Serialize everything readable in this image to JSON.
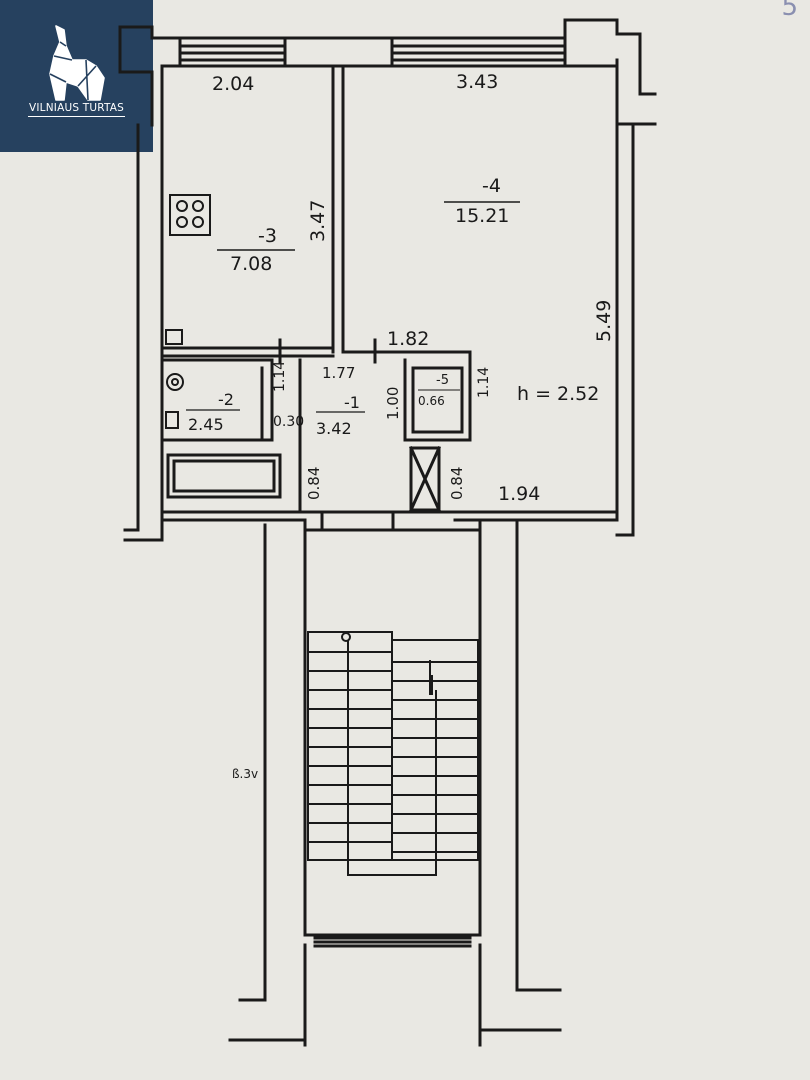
{
  "logo": {
    "brand_text": "VILNIAUS TURTAS",
    "icon": "wolf-logo-icon",
    "bg_color": "#26415f"
  },
  "corner_mark": "5",
  "dimensions": {
    "kitchen_width": "2.04",
    "room_width": "3.43",
    "kitchen_depth": "3.47",
    "room_depth": "5.49",
    "hall_width_top": "1.82",
    "hall_inner_width": "1.77",
    "bath_height": "1.14",
    "closet_height": "1.14",
    "bath_offset": "0.30",
    "hall_door": "0.84",
    "closet_door": "0.84",
    "hall_passage": "1.00",
    "room_bottom": "1.94",
    "ceiling_height": "h = 2.52"
  },
  "rooms": [
    {
      "number": "-1",
      "area": "3.42"
    },
    {
      "number": "-2",
      "area": "2.45"
    },
    {
      "number": "-3",
      "area": "7.08"
    },
    {
      "number": "-4",
      "area": "15.21"
    },
    {
      "number": "-5",
      "area": "0.66"
    }
  ],
  "stair_mark": "ß.3v"
}
